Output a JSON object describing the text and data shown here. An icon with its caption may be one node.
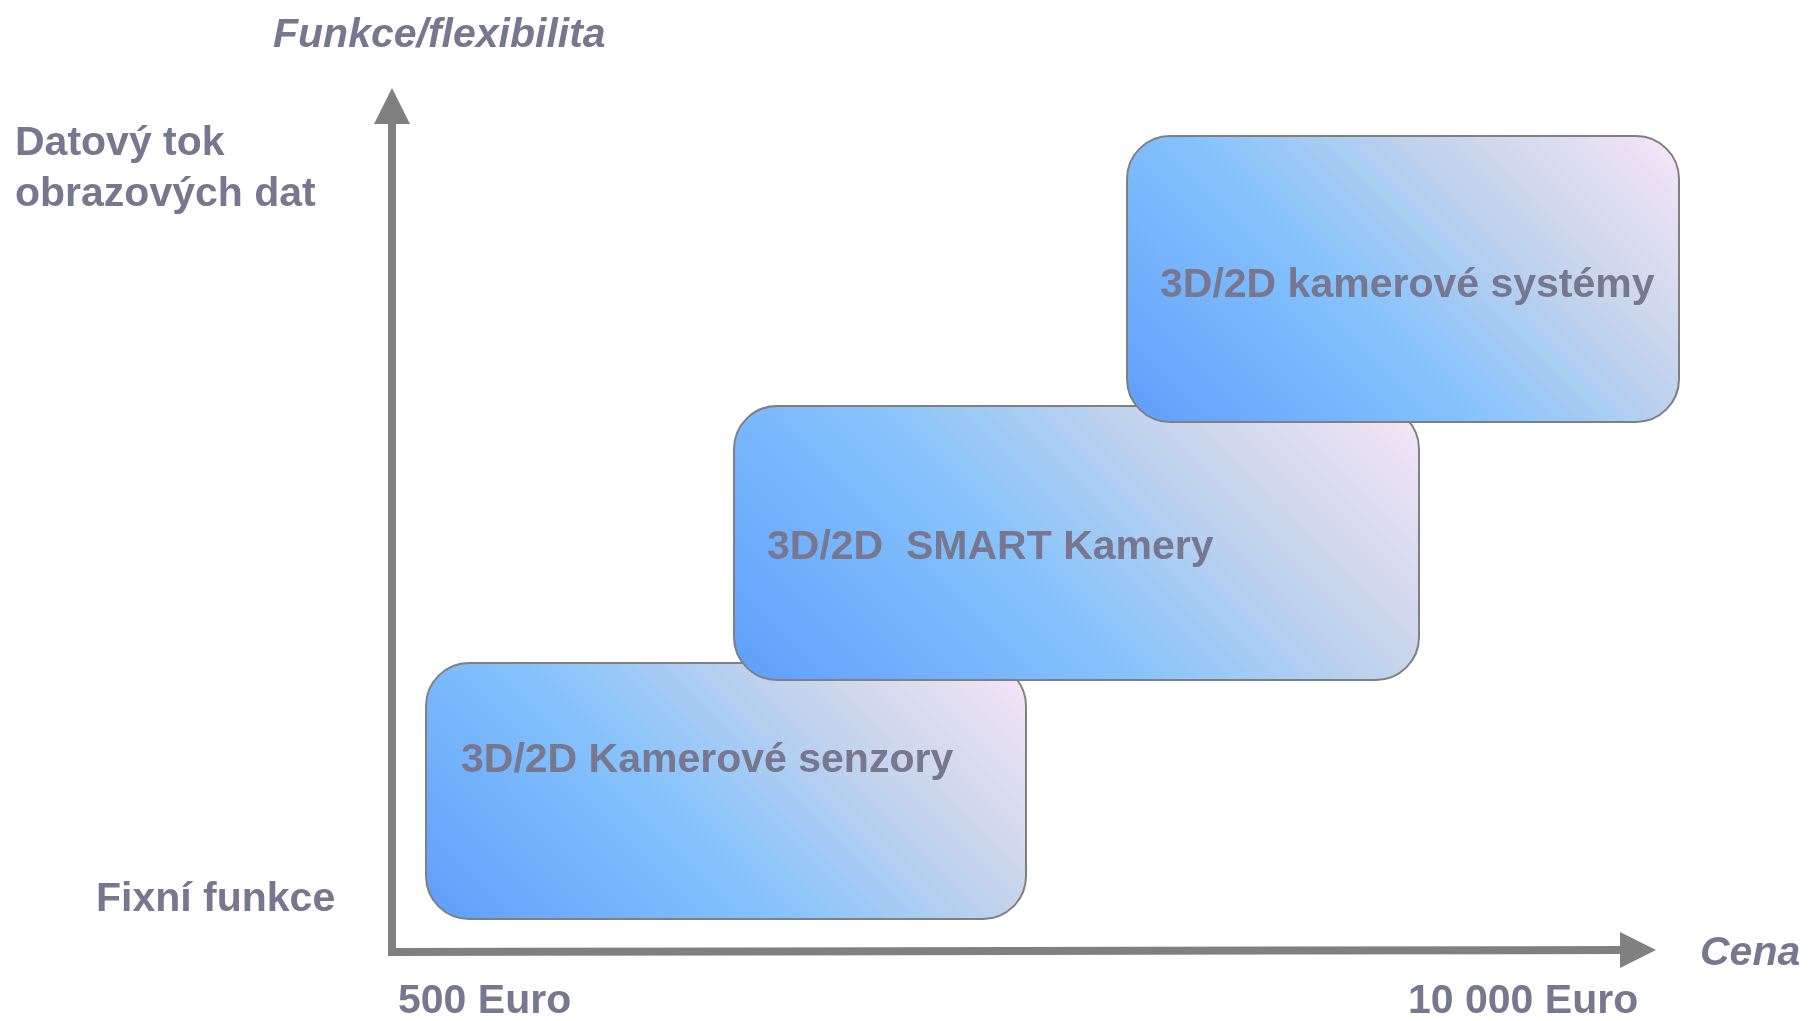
{
  "diagram": {
    "nodes": [
      {
        "text": [
          "3D/2D Kamerové senzory"
        ]
      },
      {
        "text": [
          "3D/2D  SMART Kamery"
        ]
      },
      {
        "text": [
          "3D/2D kamerové systémy"
        ]
      }
    ],
    "labels": [
      "Funkce/flexibilita",
      "Datový tok obrazových dat",
      "Fixní funkce",
      "Cena",
      "500 Euro",
      "10 000 Euro"
    ]
  }
}
